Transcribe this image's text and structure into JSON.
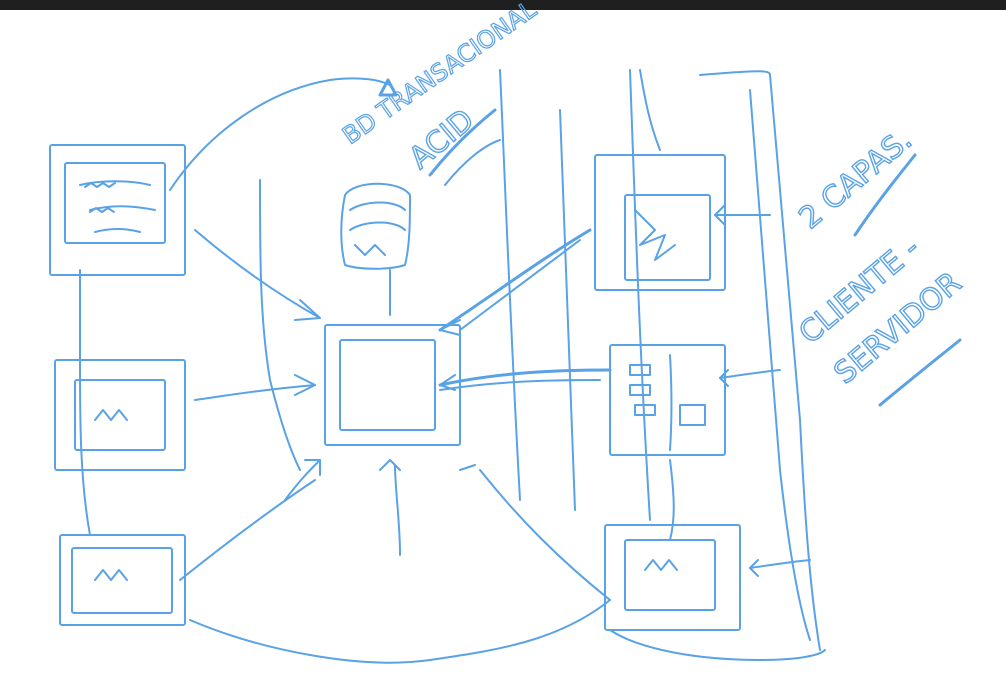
{
  "canvas": {
    "ink_color": "#5aa2e6",
    "top_bar_color": "#1f1f1f",
    "background": "#ffffff"
  },
  "annotations": {
    "db_label": "BD TRANSACIONAL",
    "acid_label": "ACID",
    "layers_label": "2 CAPAS.",
    "client_label": "CLIENTE -",
    "server_label": "SERVIDOR"
  }
}
